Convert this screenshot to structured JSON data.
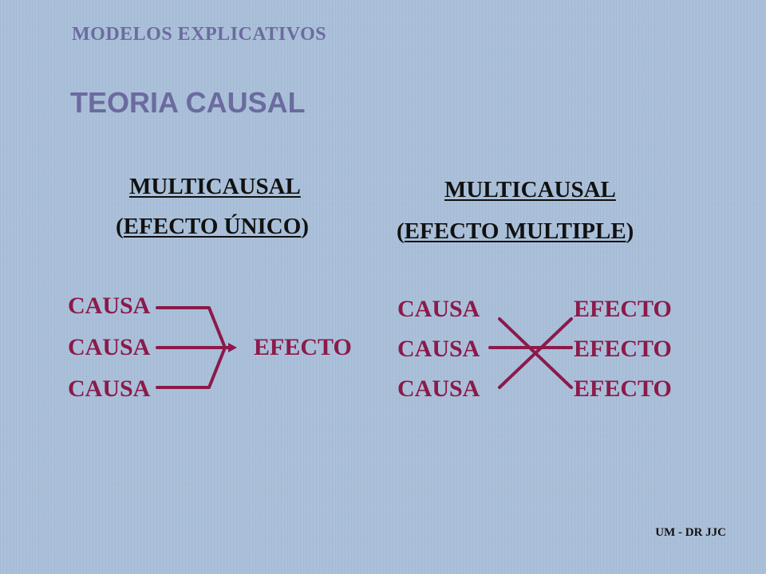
{
  "header": {
    "subtitle": "MODELOS EXPLICATIVOS",
    "title": "TEORIA CAUSAL"
  },
  "left_model": {
    "heading": "MULTICAUSAL",
    "subheading": "EFECTO ÚNICO",
    "causes": [
      "CAUSA",
      "CAUSA",
      "CAUSA"
    ],
    "effect": "EFECTO"
  },
  "right_model": {
    "heading": "MULTICAUSAL",
    "subheading": "EFECTO MULTIPLE",
    "causes": [
      "CAUSA",
      "CAUSA",
      "CAUSA"
    ],
    "effects": [
      "EFECTO",
      "EFECTO",
      "EFECTO"
    ]
  },
  "footer": {
    "credit": "UM - DR JJC"
  },
  "colors": {
    "background": "#a9bfd9",
    "title": "#6b6b9f",
    "term": "#8b1a4a",
    "connector": "#8b1a4a"
  }
}
